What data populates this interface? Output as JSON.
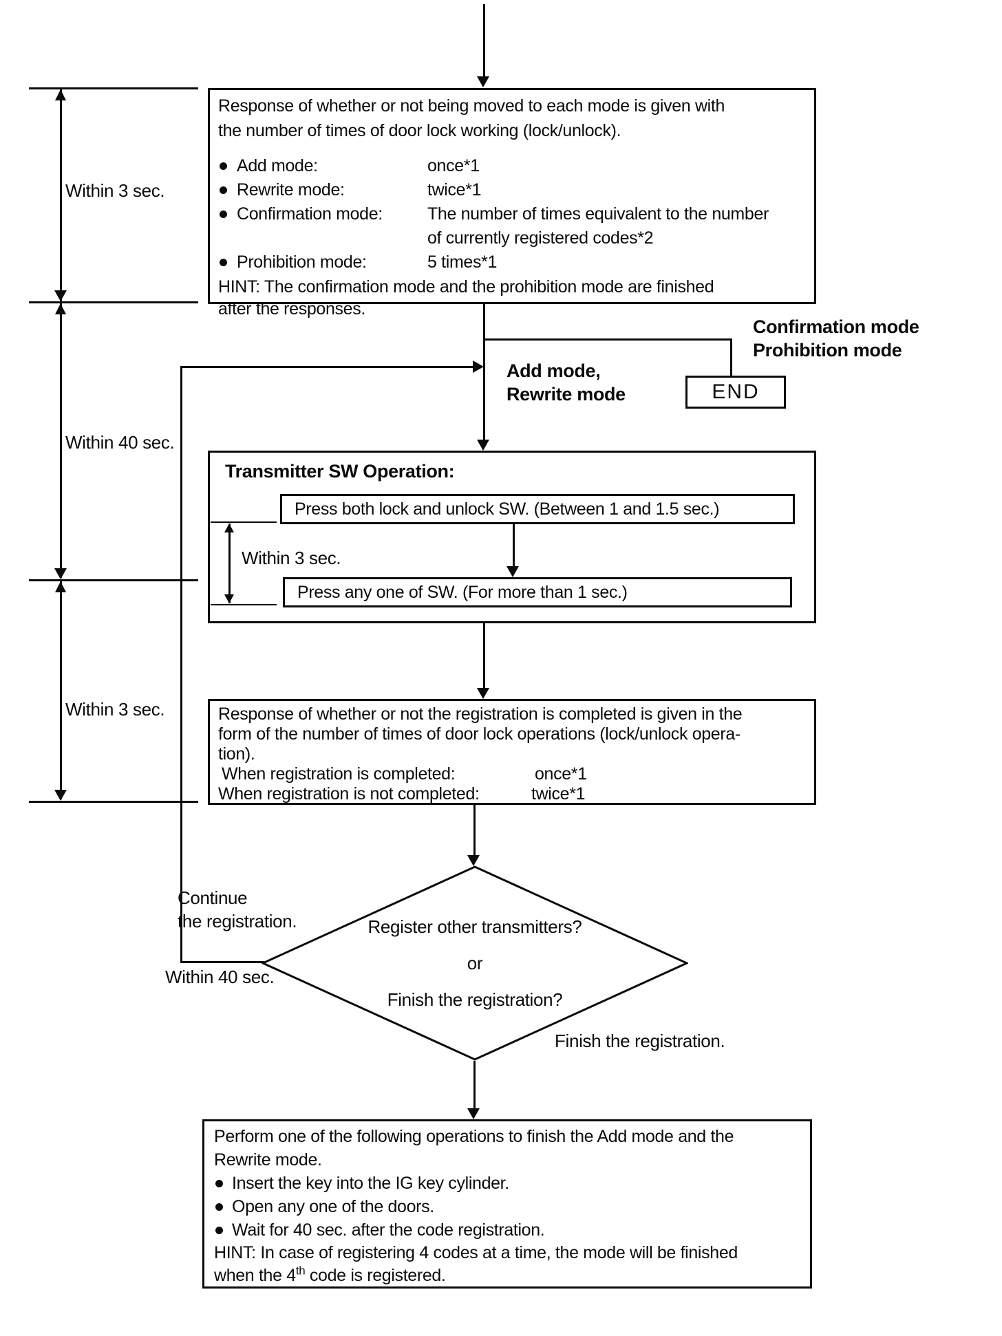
{
  "timing_labels": {
    "t1": "Within 3 sec.",
    "t2": "Within 40 sec.",
    "t3": "Within 3 sec."
  },
  "box_response_mode": {
    "line1": "Response of whether or not being moved to each mode is given with",
    "line2": "the number of times of door lock working (lock/unlock).",
    "bullets": [
      {
        "label": "Add mode:",
        "value": "once*1"
      },
      {
        "label": "Rewrite mode:",
        "value": "twice*1"
      },
      {
        "label": "Confirmation mode:",
        "value": "The number of times equivalent to the number",
        "value2": "of currently registered codes*2"
      },
      {
        "label": "Prohibition mode:",
        "value": "5 times*1"
      }
    ],
    "hint1": "HINT: The confirmation mode and the prohibition mode are finished",
    "hint2": "after the responses."
  },
  "branch": {
    "right_label1": "Confirmation mode",
    "right_label2": "Prohibition mode",
    "down_label1": "Add mode,",
    "down_label2": "Rewrite mode",
    "end_label": "END"
  },
  "box_transmitter": {
    "title": "Transmitter SW Operation:",
    "step1": "Press both lock and unlock SW. (Between 1 and 1.5 sec.)",
    "between_label": "Within 3 sec.",
    "step2": "Press any one of SW. (For more than 1 sec.)"
  },
  "box_registration_response": {
    "line1": "Response of whether or not the registration is completed is given in the",
    "line2": "form of the number of times of door lock operations (lock/unlock opera-",
    "line3": "tion).",
    "rows": [
      {
        "label": "When registration is completed:",
        "value": "once*1"
      },
      {
        "label": "When registration is not completed:",
        "value": "twice*1"
      }
    ]
  },
  "decision": {
    "line1": "Register other transmitters?",
    "line2": "or",
    "line3": "Finish the registration?"
  },
  "decision_labels": {
    "continue1": "Continue",
    "continue2": "the registration.",
    "within40": "Within 40 sec.",
    "finish": "Finish the registration."
  },
  "box_finish": {
    "line1": "Perform one of the following operations to finish the Add mode and the",
    "line2": "Rewrite mode.",
    "bullets": [
      "Insert the key into the IG key cylinder.",
      "Open any one of the doors.",
      "Wait for 40 sec. after the code registration."
    ],
    "hint1": "HINT: In case of registering 4 codes at a time, the mode will be finished",
    "hint2_pre": "when the 4",
    "hint2_sup": "th",
    "hint2_post": " code is registered."
  }
}
